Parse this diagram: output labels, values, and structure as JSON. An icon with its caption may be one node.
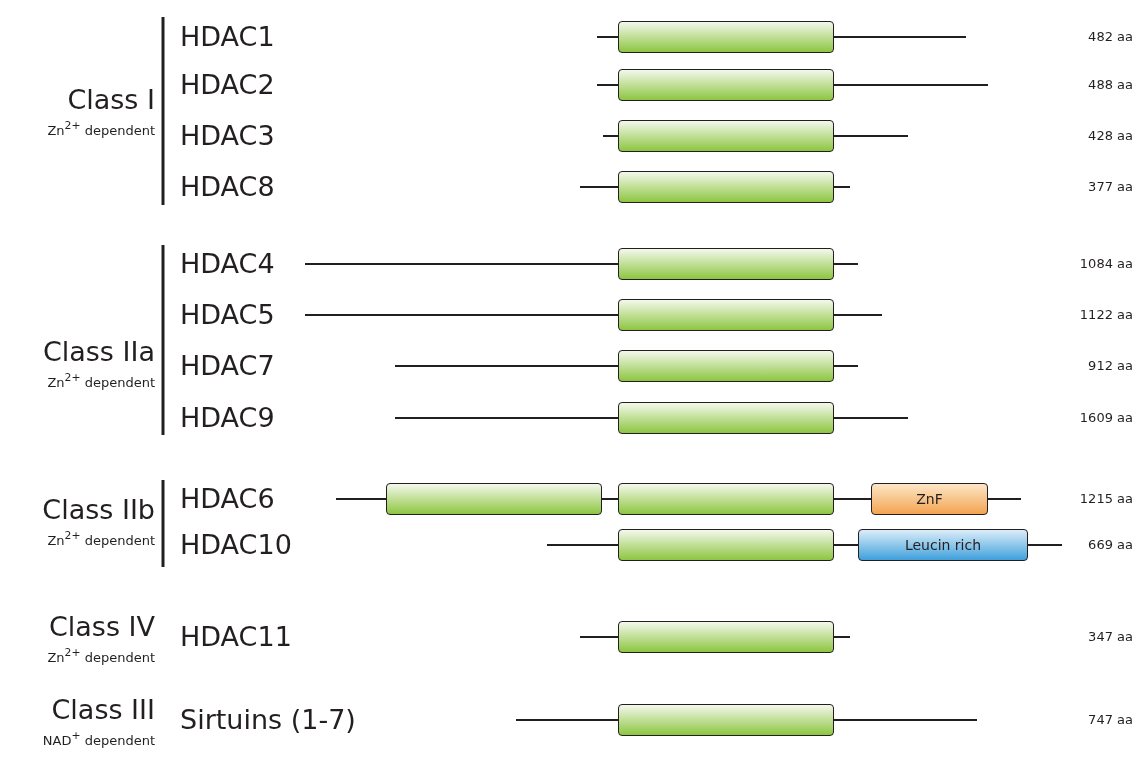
{
  "diagram": {
    "nodes": [
      {
        "text": [],
        "shape": "bar"
      },
      {
        "text": [],
        "shape": "bar"
      },
      {
        "text": [],
        "shape": "bar"
      },
      {
        "text": [],
        "shape": "bar"
      },
      {
        "text": [],
        "shape": "bar"
      },
      {
        "text": [],
        "shape": "bar"
      },
      {
        "text": [],
        "shape": "bar"
      },
      {
        "text": [],
        "shape": "bar"
      },
      {
        "text": [],
        "shape": "bar"
      },
      {
        "text": [],
        "shape": "bar"
      },
      {
        "text": [
          "ZnF"
        ]
      },
      {
        "text": [],
        "shape": "bar"
      },
      {
        "text": [
          "Leucin rich"
        ]
      },
      {
        "text": [],
        "shape": "bar"
      },
      {
        "text": [],
        "shape": "bar"
      }
    ],
    "labels": [
      "Class I",
      "Zn$^{2+}$ dependent",
      "HDAC1",
      "482 aa",
      "HDAC2",
      "488 aa",
      "HDAC3",
      "428 aa",
      "HDAC8",
      "377 aa",
      "Class IIa",
      "Zn$^{2+}$ dependent",
      "HDAC4",
      "1084 aa",
      "HDAC5",
      "1122 aa",
      "HDAC7",
      "912 aa",
      "HDAC9",
      "1609 aa",
      "Class IIb",
      "Zn$^{2+}$ dependent",
      "HDAC6",
      "1215 aa",
      "HDAC10",
      "669 aa",
      "Class IV",
      "Zn$^{2+}$ dependent",
      "HDAC11",
      "347 aa",
      "Class III",
      "NAD$^{+}$ dependent",
      "Sirtuins (1-7)",
      "747 aa"
    ]
  }
}
